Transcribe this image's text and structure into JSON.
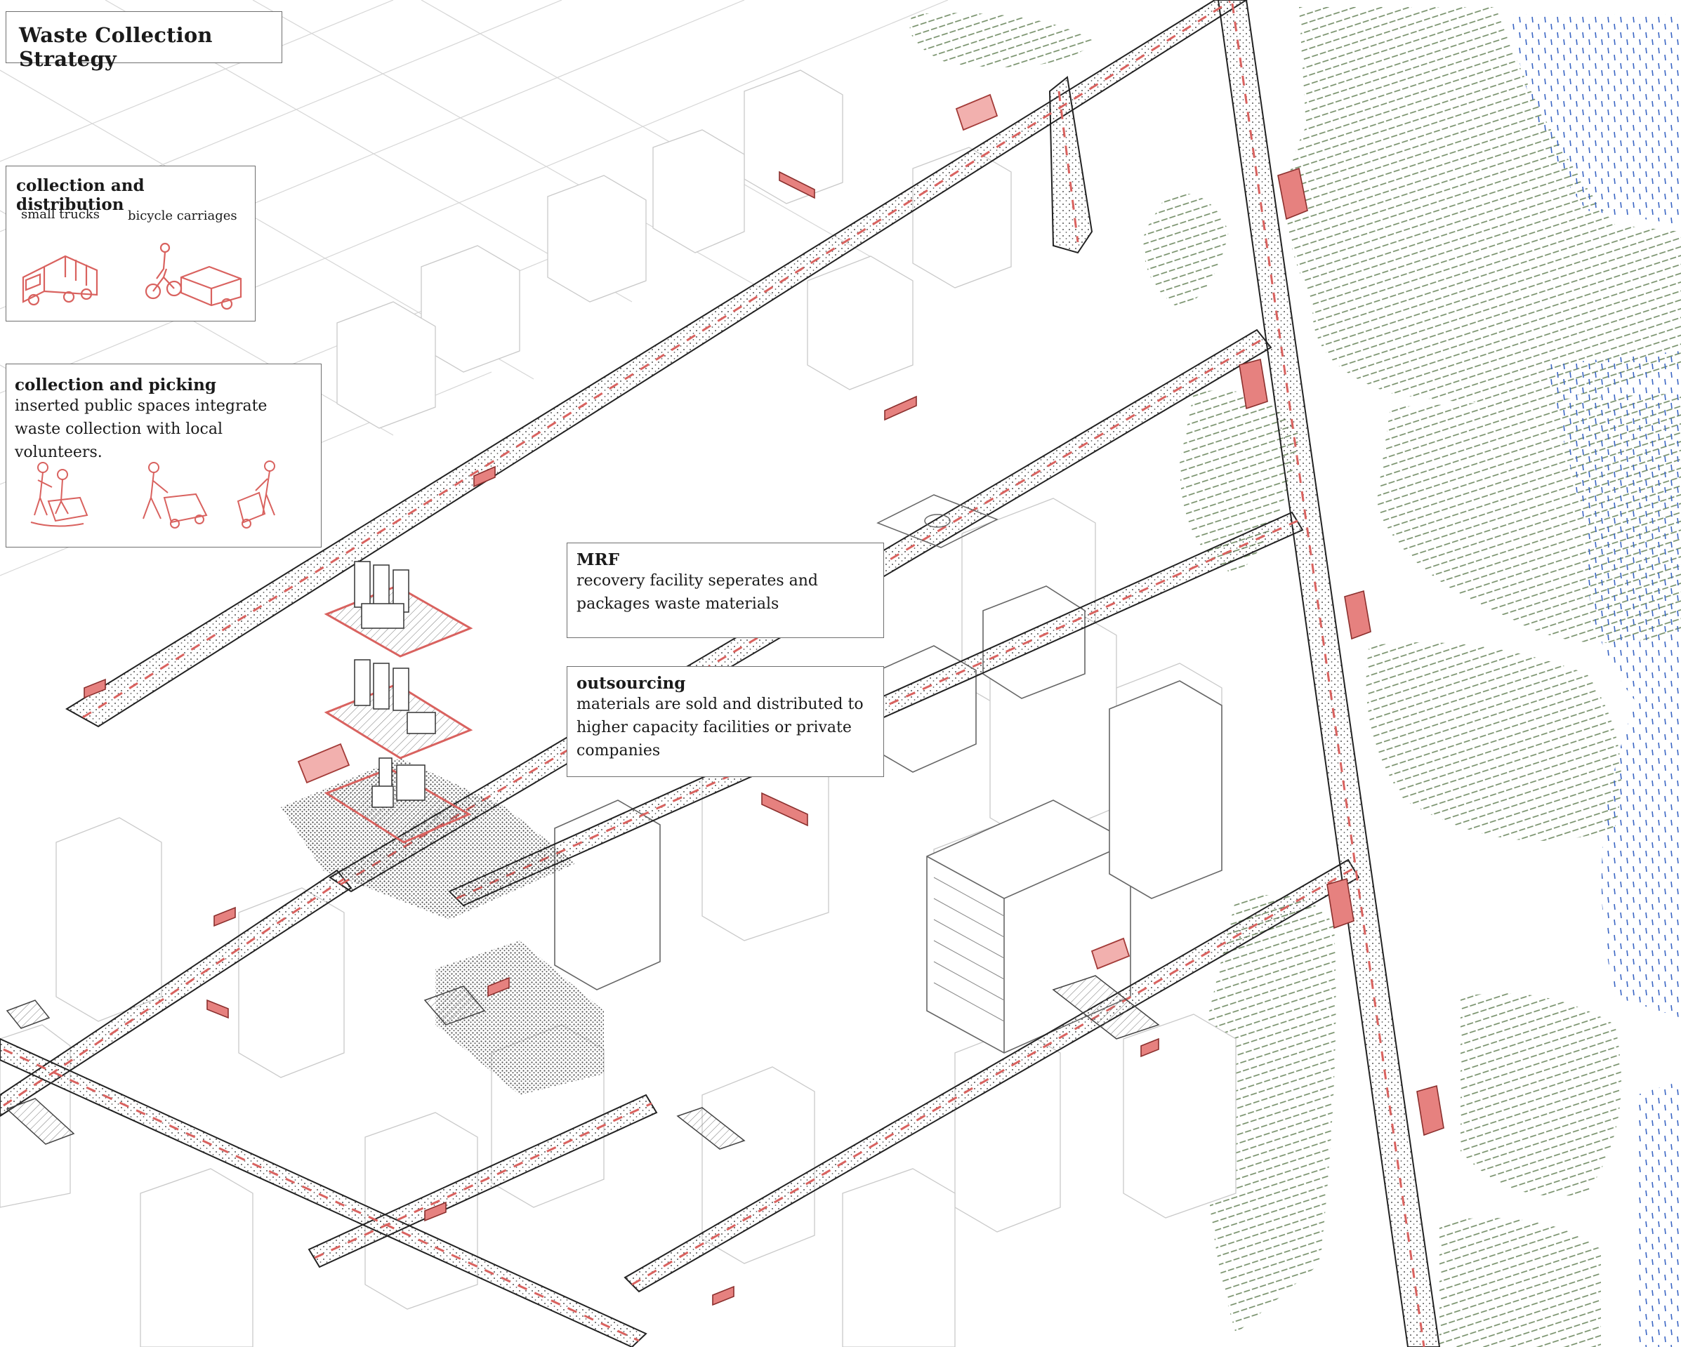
{
  "title": "Waste Collection Strategy",
  "distribution": {
    "heading": "collection and distribution",
    "items": [
      "small trucks",
      "bicycle carriages"
    ]
  },
  "picking": {
    "heading": "collection and picking",
    "text": "inserted public spaces integrate waste collection with local volunteers."
  },
  "mrf": {
    "heading": "MRF",
    "text": "recovery facility seperates and packages waste materials"
  },
  "outsourcing": {
    "heading": "outsourcing",
    "text": "materials are sold and distributed to higher capacity facilities or private companies"
  },
  "colors": {
    "accent": "#d9625f",
    "accent_fill": "#e6817f",
    "road_dots": "#444444",
    "linework": "#c8c8c8",
    "vegetation": "#6f8a62",
    "water": "#3b66c4"
  },
  "icons": [
    "dump-truck-icon",
    "bicycle-carriage-icon",
    "volunteers-icon",
    "worker-cart-icon",
    "worker-dolly-icon"
  ]
}
